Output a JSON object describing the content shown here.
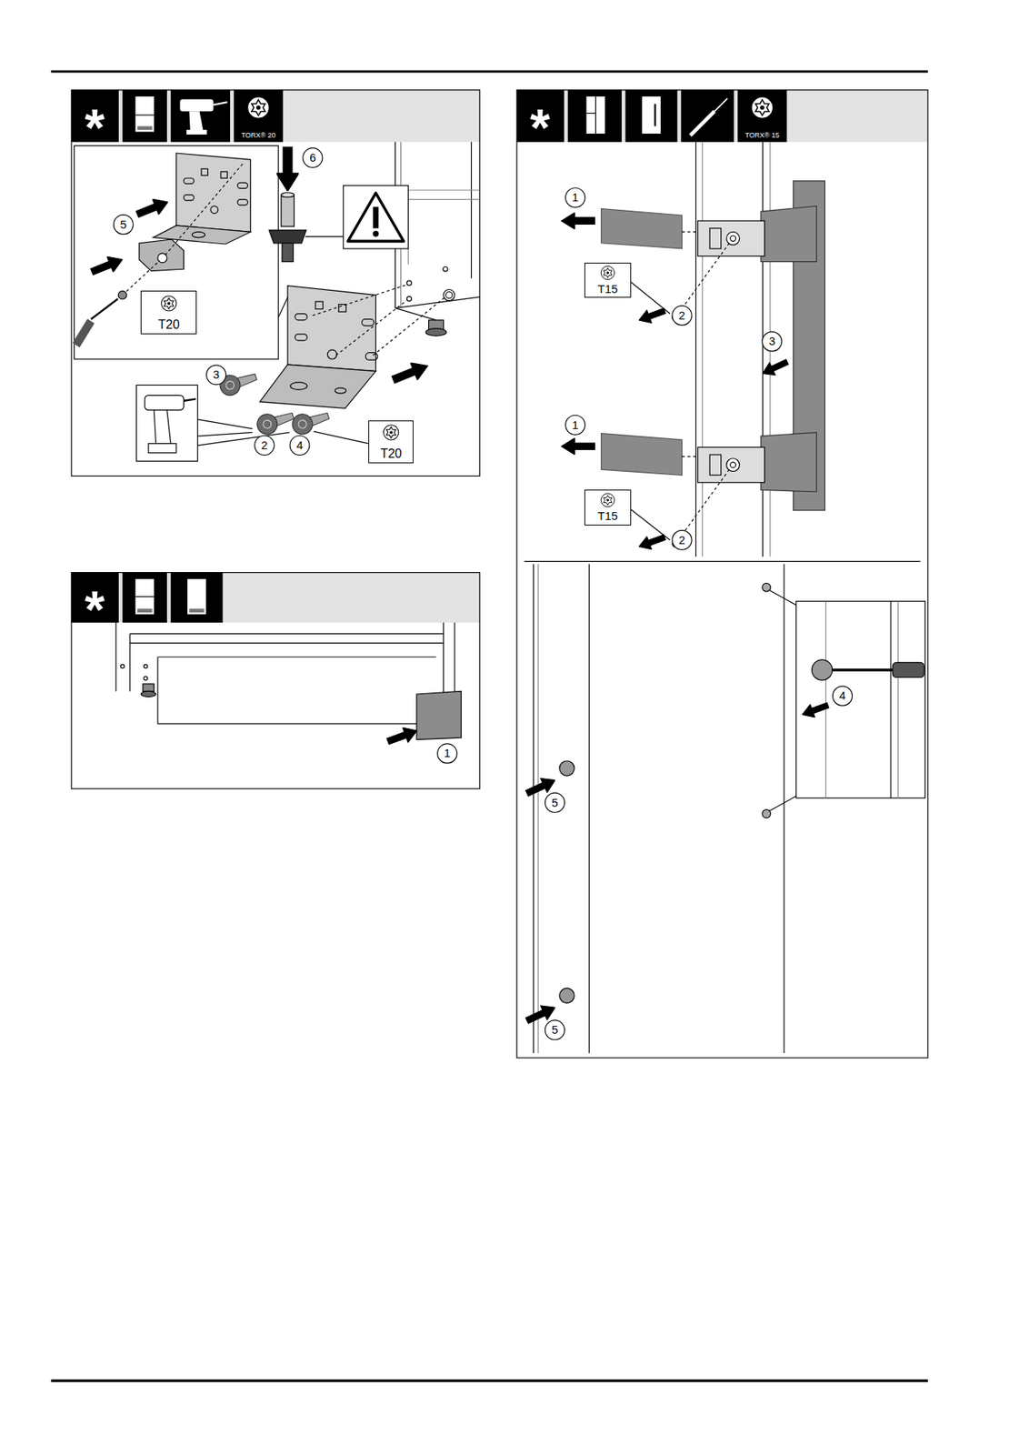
{
  "diagram": {
    "nodes": [
      {
        "text": [
          "TORX® 20"
        ]
      },
      {
        "text": [
          "T20"
        ]
      },
      {
        "text": [
          "T20"
        ]
      },
      {
        "text": [
          "TORX® 15"
        ]
      },
      {
        "text": [
          "T15"
        ]
      },
      {
        "text": [
          "T15"
        ]
      }
    ],
    "edges": [],
    "labels": [
      "*",
      "6",
      "5",
      "3",
      "2",
      "4",
      "*",
      "1",
      "*",
      "1",
      "2",
      "3",
      "1",
      "2",
      "4",
      "5",
      "5"
    ]
  }
}
